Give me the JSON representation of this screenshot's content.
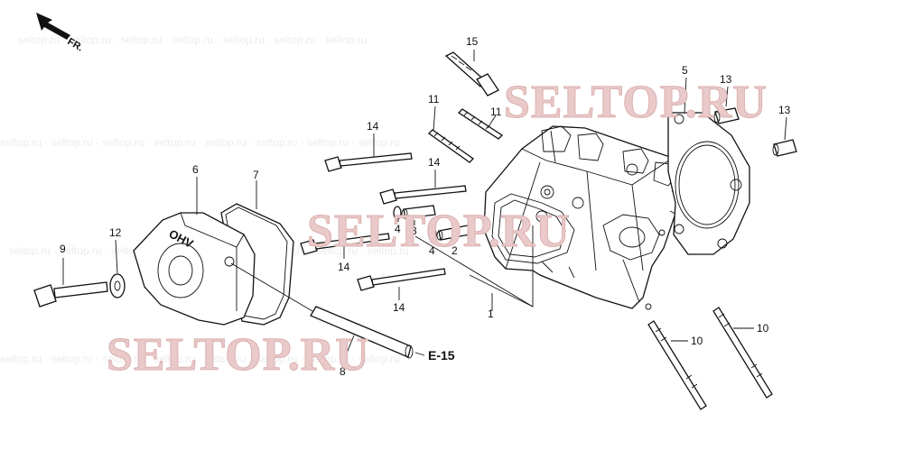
{
  "front_marker": "FR.",
  "watermark": "SELTOP.RU",
  "stamp_text": "OHV",
  "reference": "E-15",
  "callouts": {
    "c1": "1",
    "c2": "2",
    "c3": "3",
    "c4a": "4",
    "c4b": "4",
    "c5": "5",
    "c6": "6",
    "c7": "7",
    "c8": "8",
    "c9": "9",
    "c10a": "10",
    "c10b": "10",
    "c11a": "11",
    "c11b": "11",
    "c12": "12",
    "c13a": "13",
    "c13b": "13",
    "c14a": "14",
    "c14b": "14",
    "c14c": "14",
    "c14d": "14",
    "c15": "15"
  }
}
